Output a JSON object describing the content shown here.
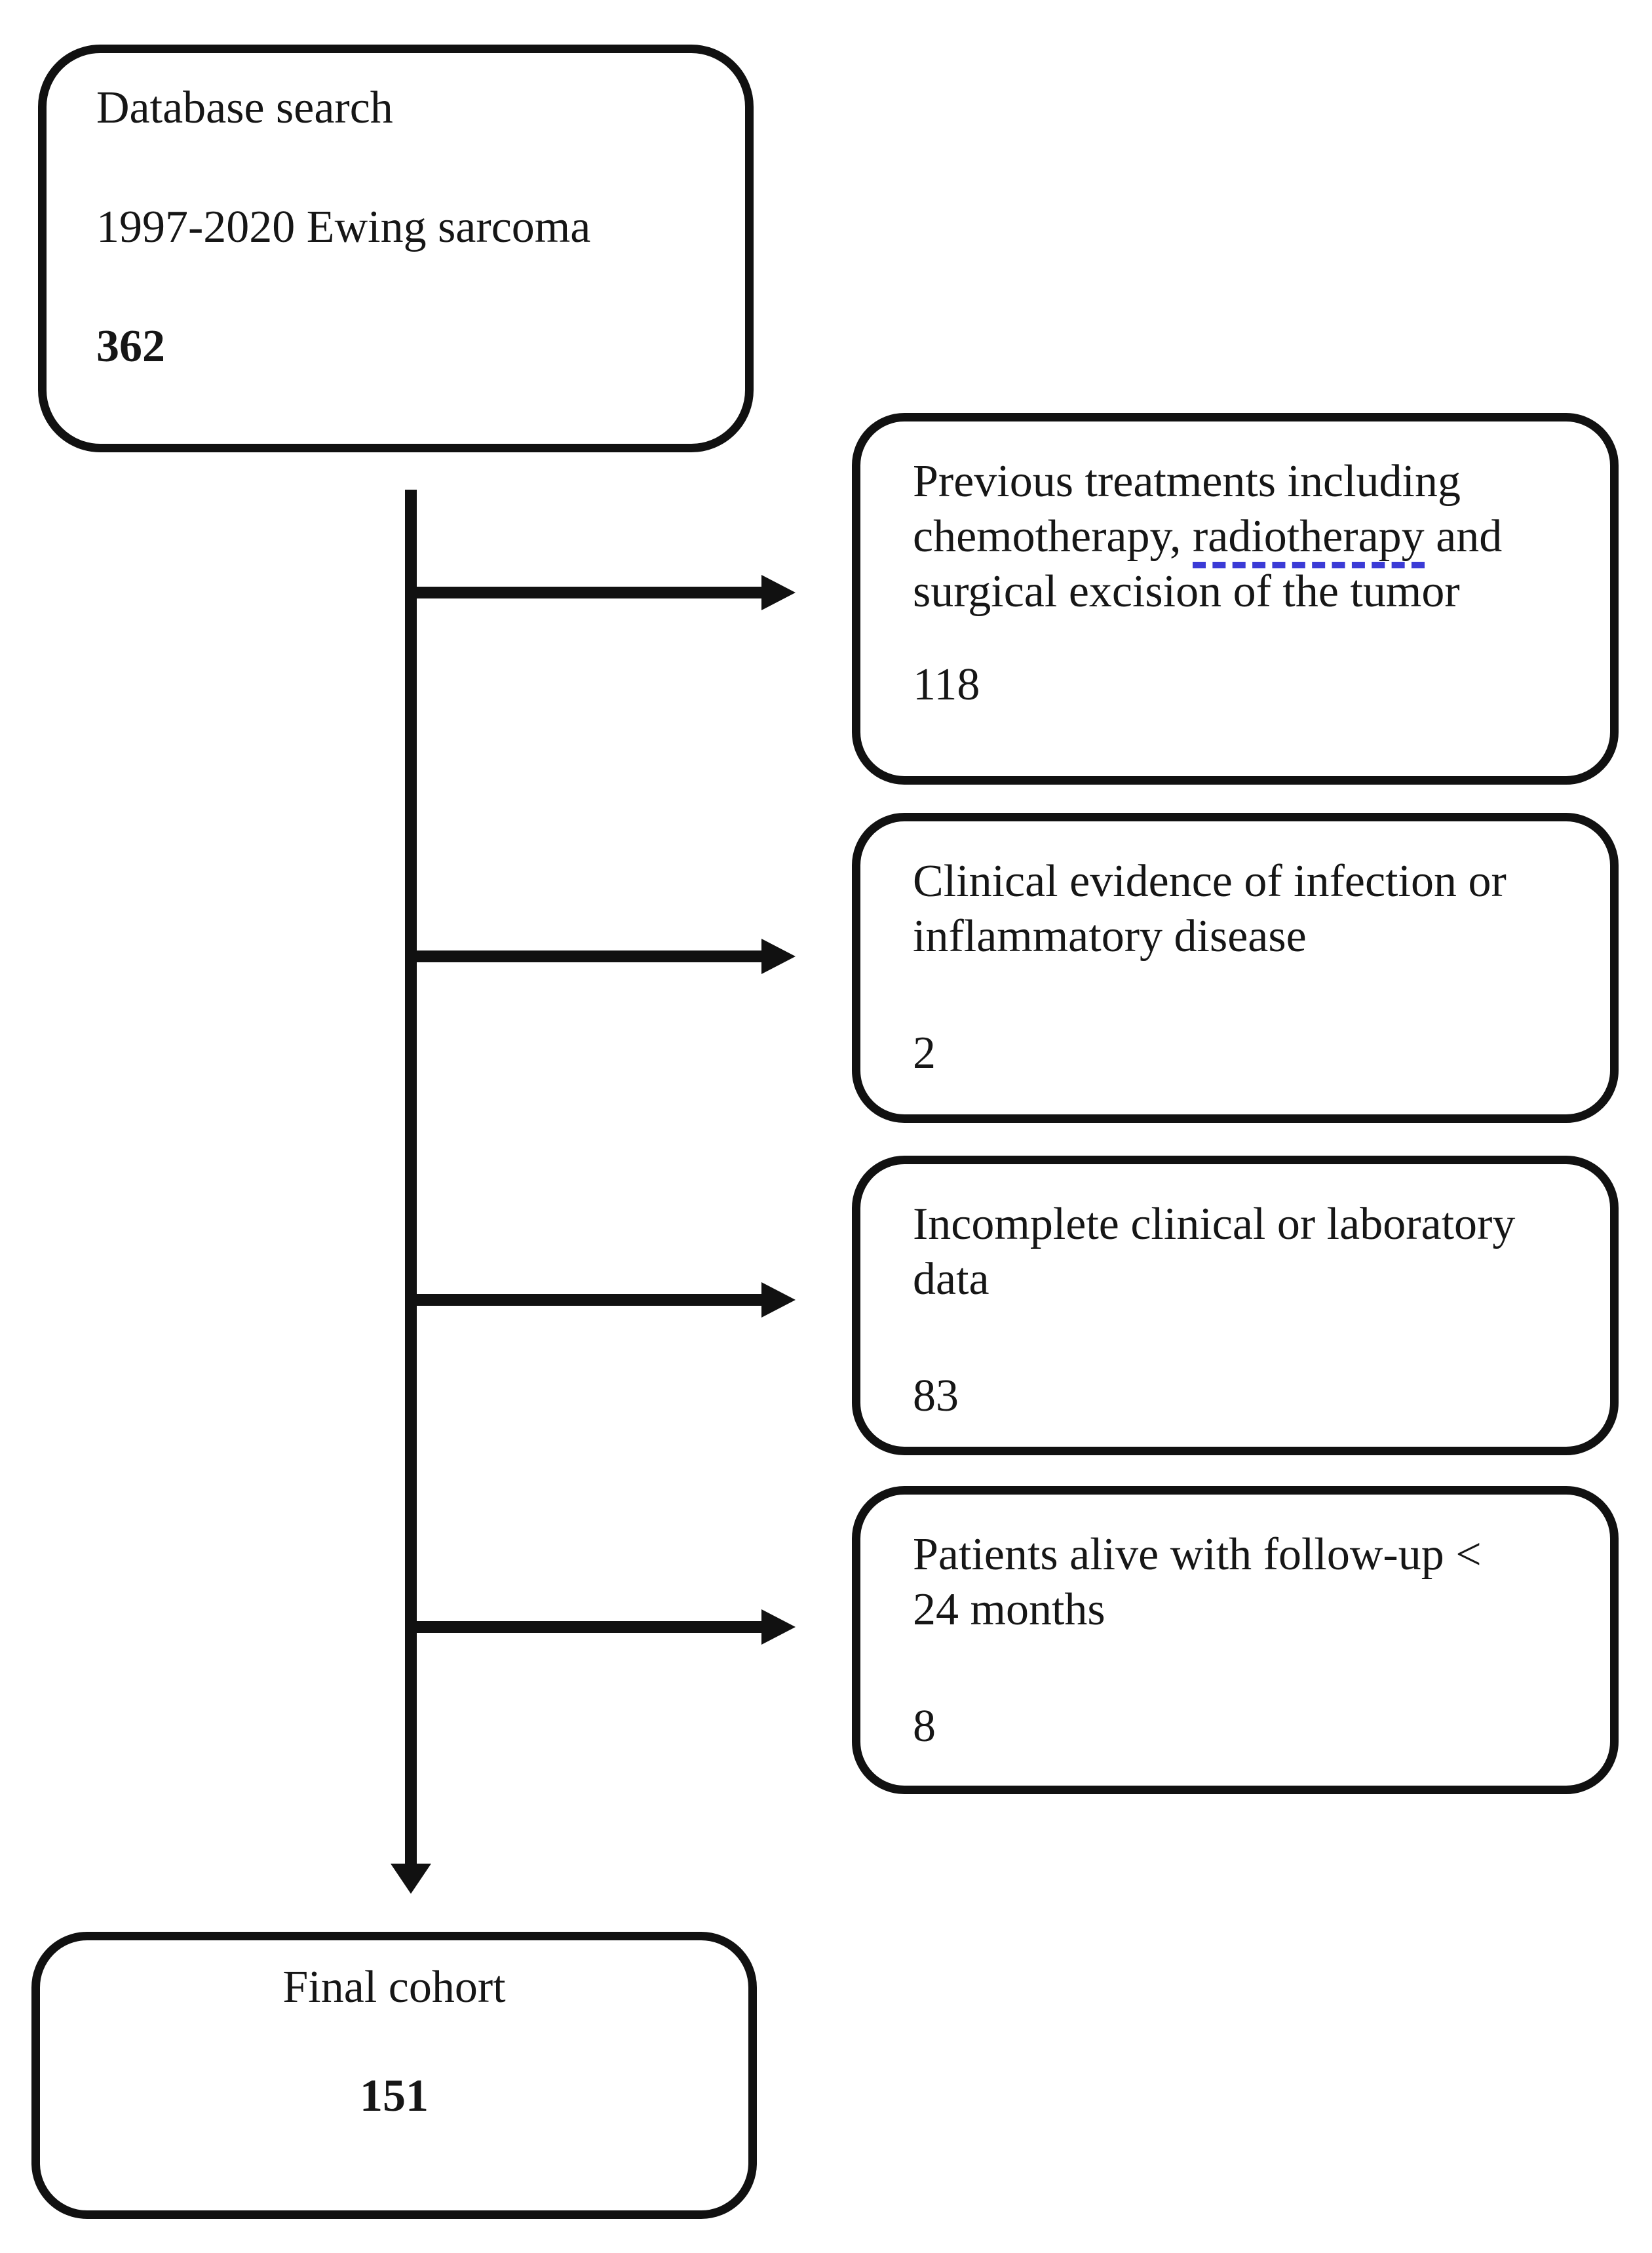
{
  "diagram": {
    "source_box": {
      "line1": "Database search",
      "line2": "1997-2020 Ewing sarcoma",
      "count": "362"
    },
    "exclusions": [
      {
        "line1": "Previous treatments including",
        "line2_pre": "chemotherapy, ",
        "line2_underline": "radiotherapy",
        "line2_post": " and",
        "line3": "surgical excision of the tumor",
        "count": "118"
      },
      {
        "line1": "Clinical evidence of infection or",
        "line2": "inflammatory disease",
        "count": "2"
      },
      {
        "line1": "Incomplete clinical or laboratory",
        "line2": "data",
        "count": "83"
      },
      {
        "line1": "Patients alive with follow-up <",
        "line2": "24 months",
        "count": "8"
      }
    ],
    "final_box": {
      "label": "Final cohort",
      "count": "151"
    },
    "colors": {
      "ink": "#111111",
      "underline": "#3b3bd6",
      "background": "#ffffff"
    }
  }
}
